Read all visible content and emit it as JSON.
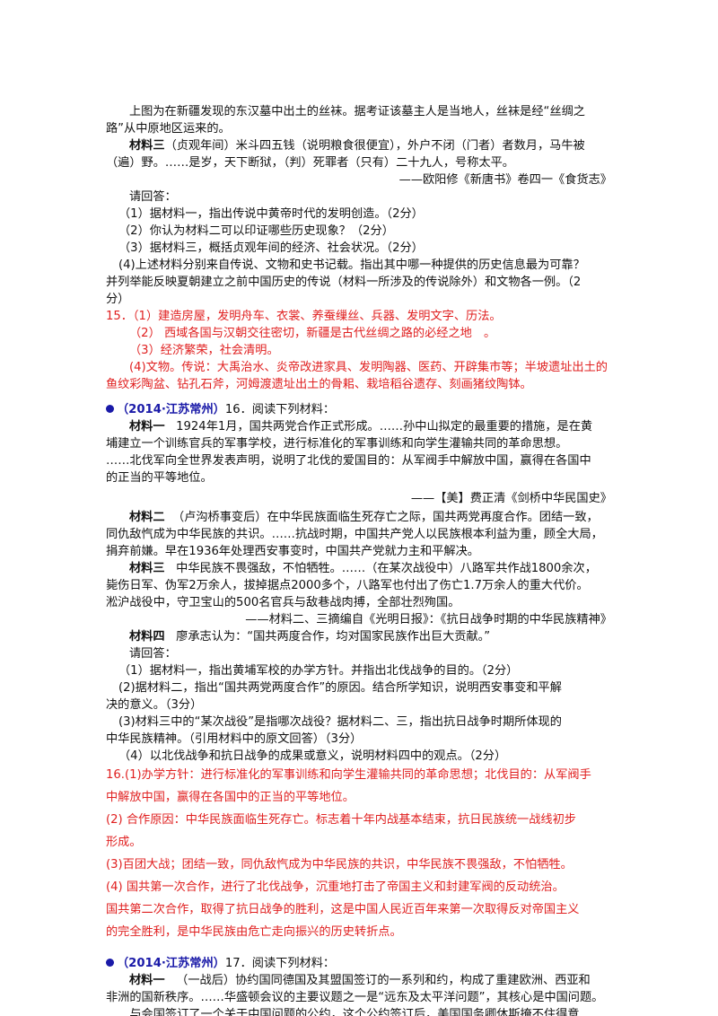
{
  "p1": {
    "l01": "上图为在新疆发现的东汉墓中出土的丝袜。据考证该墓主人是当地人，丝袜是经“丝绸之",
    "l02": "路”从中原地区运来的。",
    "l03a": "材料三",
    "l03b": "（贞观年间）米斗四五钱（说明粮食很便宜），外户不闭（门者）者数月，马牛被",
    "l04": "（遍）野。……是岁，天下断狱，（判）死罪者（只有）二十九人，号称太平。",
    "l05": "——欧阳修《新唐书》卷四一《食货志》",
    "l06": "请回答：",
    "l07": "（1）据材料一，指出传说中黄帝时代的发明创造。（2分）",
    "l08": "（2）你认为材料二可以印证哪些历史现象？（2分）",
    "l09": "（3）据材料三，概括贞观年间的经济、社会状况。（2分）",
    "l10": "(4)上述材料分别来自传说、文物和史书记载。指出其中哪一种提供的历史信息最为可靠？",
    "l11": "并列举能反映夏朝建立之前中国历史的传说（材料一所涉及的传说除外）和文物各一例。（2",
    "l12": "分）",
    "l13": "15．（1）建造房屋，发明舟车、衣裳、养蚕缫丝、兵器、发明文字、历法。",
    "l14": "（2） 西域各国与汉朝交往密切，新疆是古代丝绸之路的必经之地　。",
    "l15": "（3）经济繁荣，社会清明。",
    "l16": "(4)文物。传说：大禹治水、炎帝改进家具、发明陶器、医药、开辟集市等；半坡遗址出土的",
    "l17": "鱼纹彩陶盆、钻孔石斧，河姆渡遗址出土的骨耜、栽培稻谷遗存、刻画猪纹陶钵。"
  },
  "q16": {
    "tag": "（2014·江苏常州）",
    "head": "16．阅读下列材料：",
    "l01a": "材料一",
    "l01b": "1924年1月，国共两党合作正式形成。……孙中山拟定的最重要的措施，是在黄",
    "l02": "埔建立一个训练官兵的军事学校，进行标准化的军事训练和向学生灌输共同的革命思想。",
    "l03": "……北伐军向全世界发表声明，说明了北伐的爱国目的：从军阀手中解放中国，赢得在各国中",
    "l04": "的正当的平等地位。",
    "l05": "——【美】费正清《剑桥中华民国史》",
    "l06a": "材料二",
    "l06b": "（卢沟桥事变后）在中华民族面临生死存亡之际，国共两党再度合作。团结一致，",
    "l07": "同仇敌忾成为中华民族的共识。……抗战时期，中国共产党人以民族根本利益为重，顾全大局，",
    "l08": "捐弃前嫌。早在1936年处理西安事变时，中国共产党就力主和平解决。",
    "l09a": "材料三",
    "l09b": "中华民族不畏强敌，不怕牺牲。……（在某次战役中）八路军共作战1800余次，",
    "l10": "毙伤日军、伪军2万余人，拔掉据点2000多个，八路军也付出了伤亡1.7万余人的重大代价。",
    "l11": "淞沪战役中，守卫宝山的500名官兵与敌巷战肉搏，全部壮烈殉国。",
    "l12": "——材料二、三摘编自《光明日报》：《抗日战争时期的中华民族精神》",
    "l13a": "材料四",
    "l13b": "廖承志认为：“国共两度合作，均对国家民族作出巨大贡献。”",
    "l14": "请回答：",
    "l15": "（1）据材料一，指出黄埔军校的办学方针。并指出北伐战争的目的。（2分）",
    "l16": "(2)据材料二，指出“国共两党两度合作”的原因。结合所学知识，说明西安事变和平解",
    "l17": "决的意义。（3分）",
    "l18": "(3)材料三中的“某次战役”是指哪次战役？据材料二、三，指出抗日战争时期所体现的",
    "l19": "中华民族精神。（引用材料中的原文回答）（3分）",
    "l20": "（4）以北伐战争和抗日战争的成果或意义，说明材料四中的观点。（2分）",
    "a01": "16.(1)办学方针：进行标准化的军事训练和向学生灌输共同的革命思想；北伐目的：从军阀手",
    "a02": "中解放中国，赢得在各国中的正当的平等地位。",
    "a03": "(2)  合作原因：中华民族面临生死存亡。标志着十年内战基本结束，抗日民族统一战线初步",
    "a04": "形成。",
    "a05": "(3)百团大战；团结一致，同仇敌忾成为中华民族的共识，中华民族不畏强敌，不怕牺牲。",
    "a06": "(4)  国共第一次合作，进行了北伐战争，沉重地打击了帝国主义和封建军阀的反动统治。",
    "a07": "国共第二次合作，取得了抗日战争的胜利，这是中国人民近百年来第一次取得反对帝国主义",
    "a08": "的完全胜利，是中华民族由危亡走向振兴的历史转折点。"
  },
  "q17": {
    "tag": "（2014·江苏常州）",
    "head": "17．阅读下列材料：",
    "l01a": "材料一",
    "l01b": "（一战后）协约国同德国及其盟国签订的一系列和约，构成了重建欧洲、西亚和",
    "l02": "非洲的国新秩序。……华盛顿会议的主要议题之一是“远东及太平洋问题”，其核心是中国问题。",
    "l03": "……与会国签订了一个关于中国问题的公约，这个公约签订后，美国国务卿休斯掩不住得意"
  }
}
